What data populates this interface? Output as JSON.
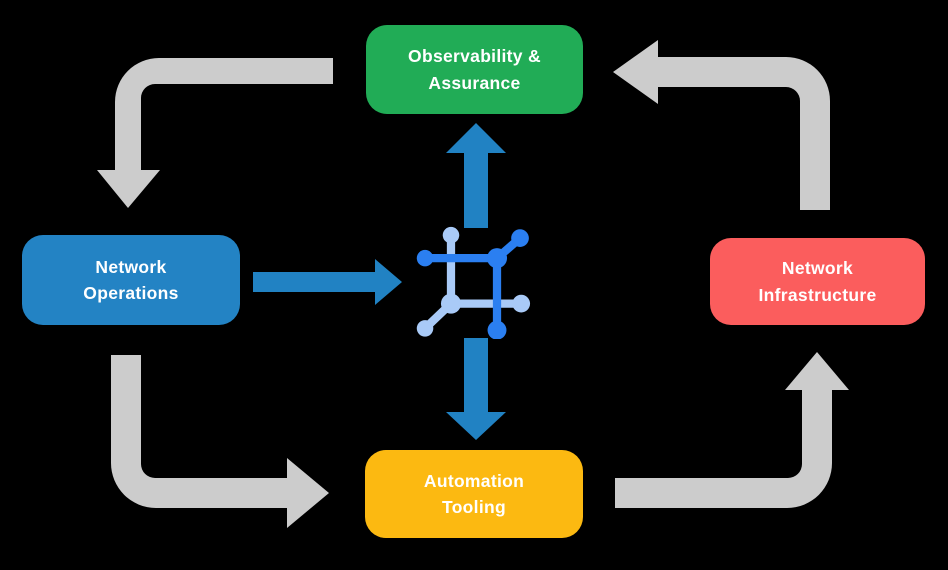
{
  "diagram_type": "network-automation-cycle",
  "colors": {
    "background": "#000000",
    "arrow_gray": "#CCCCCC",
    "arrow_blue": "#2182C3",
    "icon_dark_blue": "#2B7FF1",
    "icon_light_blue": "#A9CAF7",
    "node_text": "#FFFFFF"
  },
  "nodes": {
    "observability": {
      "label": "Observability &\nAssurance",
      "color": "#21AC56"
    },
    "operations": {
      "label": "Network\nOperations",
      "color": "#2383C4"
    },
    "infrastructure": {
      "label": "Network\nInfrastructure",
      "color": "#FB5D5D"
    },
    "automation": {
      "label": "Automation\nTooling",
      "color": "#FCB911"
    }
  },
  "center_icon": {
    "name": "network-automation-icon"
  },
  "flows": {
    "gray_cycle": [
      {
        "from": "observability",
        "to": "operations",
        "direction": "down"
      },
      {
        "from": "operations",
        "to": "automation",
        "direction": "right"
      },
      {
        "from": "automation",
        "to": "infrastructure",
        "direction": "up"
      },
      {
        "from": "infrastructure",
        "to": "observability",
        "direction": "left"
      }
    ],
    "blue_arrows": [
      {
        "from": "operations",
        "to": "center-icon",
        "direction": "right"
      },
      {
        "from": "center-icon",
        "to": "observability",
        "direction": "up"
      },
      {
        "from": "center-icon",
        "to": "automation",
        "direction": "down"
      }
    ]
  }
}
